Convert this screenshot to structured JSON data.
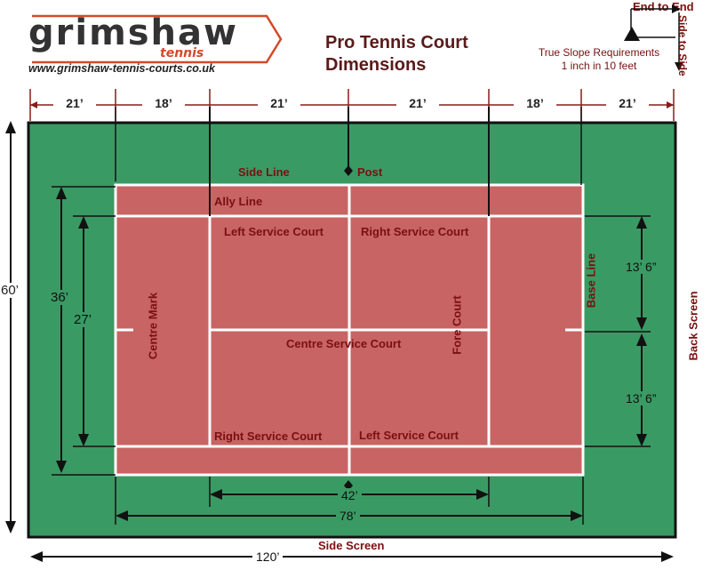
{
  "logo": {
    "wordmark": "grimshaw",
    "sub": "tennis",
    "url": "www.grimshaw-tennis-courts.co.uk"
  },
  "title": {
    "line1": "Pro Tennis Court",
    "line2": "Dimensions"
  },
  "slope": {
    "end_to_end": "End to End",
    "side_to_side": "Side to Side",
    "line1": "True Slope Requirements",
    "line2": "1 inch in 10 feet"
  },
  "top_dims": [
    "21’",
    "18’",
    "21’",
    "21’",
    "18’",
    "21’"
  ],
  "labels": {
    "side_line": "Side  Line",
    "post": "Post",
    "ally_line": "Ally Line",
    "left_service_top": "Left Service Court",
    "right_service_top": "Right Service Court",
    "centre_service": "Centre Service Court",
    "right_service_bottom": "Right Service Court",
    "left_service_bottom": "Left Service Court",
    "centre_mark": "Centre Mark",
    "fore_court": "Fore Court",
    "base_line": "Base Line",
    "back_screen": "Back Screen",
    "side_screen": "Side Screen"
  },
  "dims": {
    "height_60": "60’",
    "height_36": "36’",
    "height_27": "27’",
    "half_upper": "13’ 6”",
    "half_lower": "13’ 6”",
    "width_42": "42’",
    "width_78": "78’",
    "width_120": "120’"
  },
  "colors": {
    "surround": "#3a9a64",
    "court": "#c96464",
    "lines": "#ffffff",
    "text": "#7a1010"
  }
}
